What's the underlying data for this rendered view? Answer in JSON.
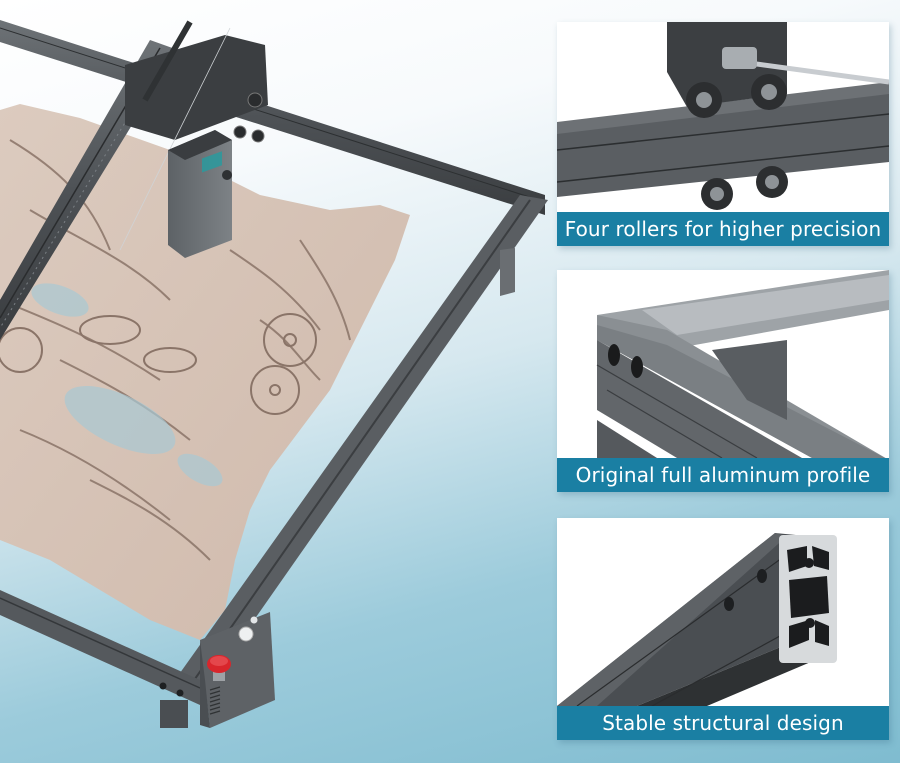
{
  "colors": {
    "caption_bg": "#1a7fa3",
    "caption_text": "#ffffff",
    "frame_gray": "#5b5f63",
    "wood": "#d9c7bb",
    "background_blue": "#8ec4d6",
    "estop_red": "#d8262c"
  },
  "hero": {
    "subject": "laser-engraver-frame-with-cut-wood-artwork"
  },
  "panels": [
    {
      "id": "p1",
      "image": "rollers-closeup",
      "caption": "Four rollers for higher precision"
    },
    {
      "id": "p2",
      "image": "aluminum-frame-corner",
      "caption": "Original full aluminum profile"
    },
    {
      "id": "p3",
      "image": "extrusion-profile-cross-section",
      "caption": "Stable structural design"
    }
  ]
}
